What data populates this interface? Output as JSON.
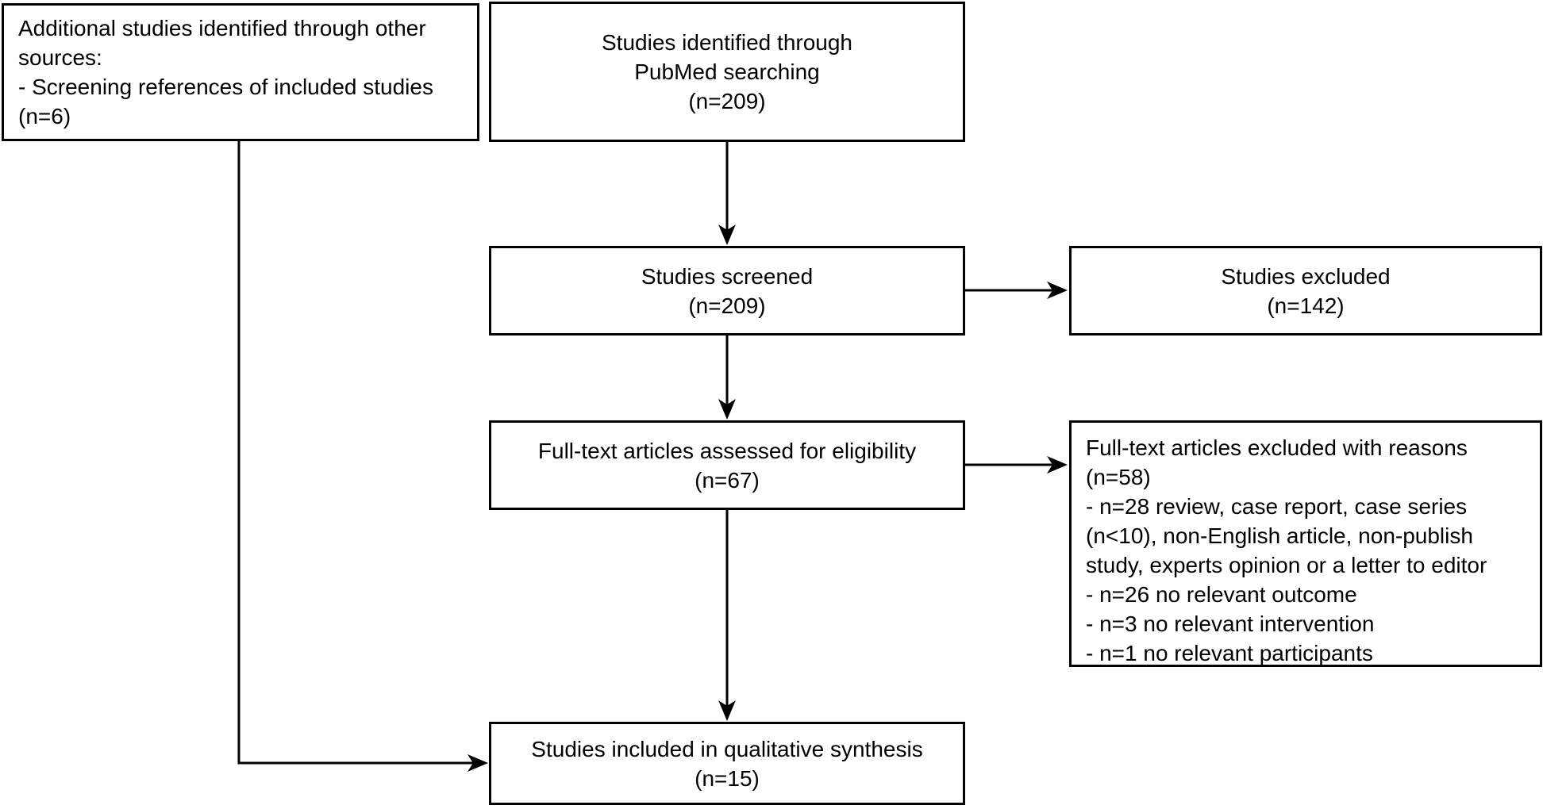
{
  "diagram": {
    "title": "PRISMA study selection flow diagram",
    "colors": {
      "background": "#ffffff",
      "line": "#000000",
      "text": "#000000",
      "box_border": "#000000",
      "box_fill": "#ffffff"
    },
    "boxes": {
      "additional_sources": {
        "lines": [
          "Additional studies identified through other",
          "sources:",
          "- Screening references of included studies",
          "(n=6)"
        ]
      },
      "pubmed_identified": {
        "lines": [
          "Studies identified through",
          "PubMed searching",
          "(n=209)"
        ]
      },
      "screened": {
        "lines": [
          "Studies screened",
          "(n=209)"
        ]
      },
      "excluded": {
        "lines": [
          "Studies excluded",
          "(n=142)"
        ]
      },
      "fulltext_assessed": {
        "lines": [
          "Full-text articles assessed for eligibility",
          "(n=67)"
        ]
      },
      "fulltext_excluded": {
        "lines": [
          "Full-text articles excluded with reasons",
          "(n=58)",
          "- n=28 review, case report, case series",
          "(n<10), non-English article, non-publish",
          "study, experts opinion or a letter to editor",
          "- n=26 no relevant outcome",
          "- n=3 no relevant intervention",
          "- n=1 no relevant participants"
        ]
      },
      "included": {
        "lines": [
          "Studies included in qualitative synthesis",
          "(n=15)"
        ]
      }
    }
  }
}
